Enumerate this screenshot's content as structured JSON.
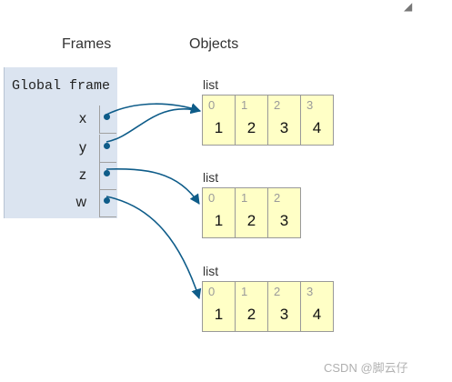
{
  "headers": {
    "frames": "Frames",
    "objects": "Objects"
  },
  "global_frame": {
    "title": "Global frame",
    "variables": [
      {
        "name": "x",
        "points_to": 0
      },
      {
        "name": "y",
        "points_to": 0
      },
      {
        "name": "z",
        "points_to": 1
      },
      {
        "name": "w",
        "points_to": 2
      }
    ]
  },
  "objects": [
    {
      "type_label": "list",
      "items": [
        {
          "index": "0",
          "value": "1"
        },
        {
          "index": "1",
          "value": "2"
        },
        {
          "index": "2",
          "value": "3"
        },
        {
          "index": "3",
          "value": "4"
        }
      ]
    },
    {
      "type_label": "list",
      "items": [
        {
          "index": "0",
          "value": "1"
        },
        {
          "index": "1",
          "value": "2"
        },
        {
          "index": "2",
          "value": "3"
        }
      ]
    },
    {
      "type_label": "list",
      "items": [
        {
          "index": "0",
          "value": "1"
        },
        {
          "index": "1",
          "value": "2"
        },
        {
          "index": "2",
          "value": "3"
        },
        {
          "index": "3",
          "value": "4"
        }
      ]
    }
  ],
  "colors": {
    "arrow": "#0e5c89",
    "frame_bg": "#dbe4f0",
    "list_bg": "#ffffc6"
  },
  "icons": {
    "resize": "resize-grip-icon"
  },
  "watermark": "CSDN @脚云仔"
}
